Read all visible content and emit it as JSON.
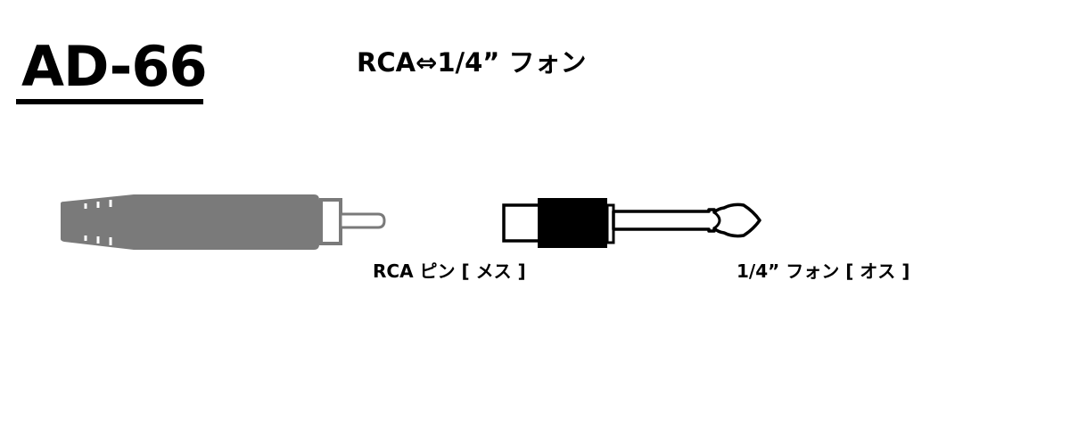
{
  "header": {
    "model": "AD-66",
    "subtitle": "RCA⇔1/4” フォン"
  },
  "connectors": {
    "rca": {
      "label": "RCA ピン [ メス ]",
      "icon": "rca-plug-icon",
      "body_color": "#7a7a7a"
    },
    "phone": {
      "label": "1/4” フォン [ オス ]",
      "icon": "phone-plug-icon",
      "sleeve_color": "#000000"
    }
  },
  "colors": {
    "text": "#000000",
    "background": "#ffffff"
  }
}
